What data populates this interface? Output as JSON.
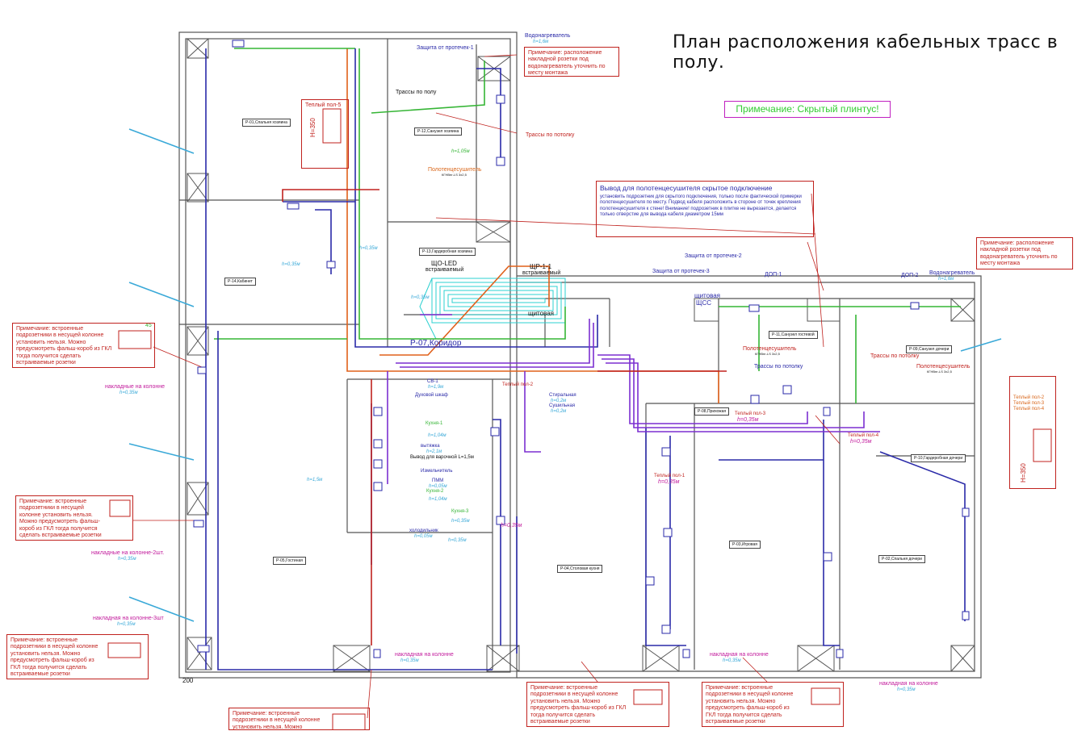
{
  "title": "План расположения кабельных трасс в полу.",
  "note_hidden_plinth": "Примечание: Скрытый плинтус!",
  "rooms": {
    "p01": "Р-01,Спальня хозяина",
    "p12": "Р-12,Санузел хозяина",
    "p13": "Р-13,Гардеробная хозяина",
    "p14": "Р-14,Кабинет",
    "p07": "Р-07,Коридор",
    "p05": "Р-05,Гостиная",
    "p04": "Р-04,Столовая кухня",
    "p03": "Р-03,Игровая",
    "p02": "Р-02,Спальня дочери",
    "p11": "Р-11,Санузел гостевой",
    "p08": "Р-08,Прихожая",
    "p09": "Р-09,Санузел дочери",
    "p10": "Р-10,Гардеробная дочери"
  },
  "labels": {
    "water_heater_1": "Водонагреватель",
    "water_heater_1_h": "h=1,6м",
    "leak_1": "Защита от протечек-1",
    "leak_2": "Защита от протечек-2",
    "leak_3": "Защита от протечек-3",
    "floor_routes": "Трассы по полу",
    "ceiling_routes_1": "Трассы по потолку",
    "ceiling_routes_2": "Трассы по потолку",
    "ceiling_routes_3": "Трассы по потолку",
    "towel_1": "Полотенцесушитель",
    "towel_1_cable": "КГНВнг-LS 3х2,5",
    "towel_2": "Полотенцесушитель",
    "towel_2_cable": "КГНВнг-LS 3х2,5",
    "towel_3": "Полотенцесушитель",
    "towel_3_cable": "КГНВнг-LS 3х2,5",
    "warm_floor_5": "Теплый пол-5",
    "shch_led": "ЩО-LED",
    "shch_led_2": "встраиваемый",
    "shchr": "ЩР-1-1",
    "shchr_2": "встраиваемый",
    "shchitovaya_1": "щитовая",
    "shchitovaya_2": "щитовая",
    "shchs": "ЩСС",
    "dop1": "ДОП-1",
    "dop2": "ДОП-2",
    "water_heater_2": "Водонагреватель",
    "water_heater_2_h": "h=1,6м",
    "overlay_column_1": "накладные на колонне",
    "overlay_column_1_h": "h=0,35м",
    "overlay_column_2": "накладные на колонне-2шт.",
    "overlay_column_2_h": "h=0,35м",
    "overlay_column_3": "накладная на колонне-3шт",
    "overlay_column_3_h": "h=0,35м",
    "overlay_column_4": "накладная на колонне",
    "overlay_column_4_h": "h=0,35м",
    "overlay_column_5": "накладная на колонне",
    "overlay_column_5_h": "h=0,35м",
    "overlay_column_6": "накладная на колонне",
    "overlay_column_6_h": "h=0,35м",
    "warm_floor_1": "Теплый пол-1",
    "warm_floor_1_h": "h=0,35м",
    "warm_floor_2": "Теплый пол-2",
    "warm_floor_3": "Теплый пол-3",
    "warm_floor_3_h": "h=0,35м",
    "warm_floor_4": "Теплый пол-4",
    "warm_floor_4_h": "h=0,35м",
    "warm_floor_legend": [
      "Теплый пол-2",
      "Теплый пол-3",
      "Теплый пол-4"
    ],
    "sv1": "СВ-1",
    "sv1_h": "h=1,9м",
    "shower": "Духовой шкаф",
    "washer": "Стиральная",
    "washer_h": "h=0,2м",
    "dryer": "Сушильная",
    "dryer_h": "h=0,2м",
    "hood": "вытяжка",
    "hood_h": "h=2,1м",
    "hood_out": "Вывод для варочной L=1,5м",
    "grinder": "Измельчитель",
    "pmm": "ПММ",
    "pmm_h": "h=0,05м",
    "fridge": "холодильник",
    "fridge_h": "h=0,05м",
    "kitchen_1": "Кухня-1",
    "kitchen_2": "Кухня-2",
    "kitchen_3": "Кухня-3",
    "h035_1": "h=0,35м",
    "h035_2": "h=0,35м",
    "h035_3": "h=0,35м",
    "h035_4": "h=0,35м",
    "h035_5": "h=0,35м",
    "h035_6": "h=0,35м",
    "h15": "h=1,5м",
    "h104_1": "h=1,04м",
    "h104_2": "h=1,04м",
    "h105": "h=1,05м",
    "h350_1": "H=350",
    "h350_2": "H=350",
    "dim_200": "200",
    "dim_45": "45"
  },
  "notes": {
    "towel_title": "Вывод для полотенцесушителя скрытое подключение",
    "towel_body": "установить подрозетник для скрытого подключения, только после фактической примерки полотенцесушителя по месту. Подвод кабеля расположить в стороне от точек крепления полотенцесушителя к стене! Внимание! подрозетник в плитке не вырезается, делается только отверстие для вывода кабеля диаметром 15мм",
    "heater_1": "Примечание: расположение накладной розетки под водонагреватель уточнить по месту монтажа",
    "heater_2": "Примечание: расположение накладной розетки под водонагреватель уточнить по месту монтажа",
    "column_1": "Примечание: встроенные подрозетники в несущей колонне установить нельзя. Можно предусмотреть фальш-короб из ГКЛ тогда получится сделать встраиваемые розетки",
    "column_2": "Примечание: встроенные подрозетники в несущей колонне установить нельзя. Можно предусмотреть фальш-короб из ГКЛ тогда получится сделать встраиваемые розетки",
    "column_3": "Примечание: встроенные подрозетники в несущей колонне установить нельзя. Можно предусмотреть фальш-короб из ГКЛ тогда получится сделать встраиваемые розетки",
    "column_4": "Примечание: встроенные подрозетники в несущей колонне установить нельзя. Можно предусмотреть фальш-короб из ГКЛ тогда получится сделать встраиваемые розетки",
    "column_5": "Примечание: встроенные подрозетники в несущей колонне установить нельзя. Можно предусмотреть фальш-короб из ГКЛ тогда получится сделать встраиваемые розетки",
    "column_6": "Примечание: встроенные подрозетники в несущей колонне установить нельзя. Можно",
    "warm_floor_5_box": "Теплый пол-5"
  },
  "colors": {
    "wall": "#444444",
    "cable_blue": "#2a2aa8",
    "cable_violet": "#7b2fd1",
    "cable_green": "#35b535",
    "cable_orange": "#e0601a",
    "cable_red": "#c0221e",
    "heating_cyan": "#2bd0d0",
    "note_red": "#c0221e",
    "magenta": "#c21b9c"
  }
}
